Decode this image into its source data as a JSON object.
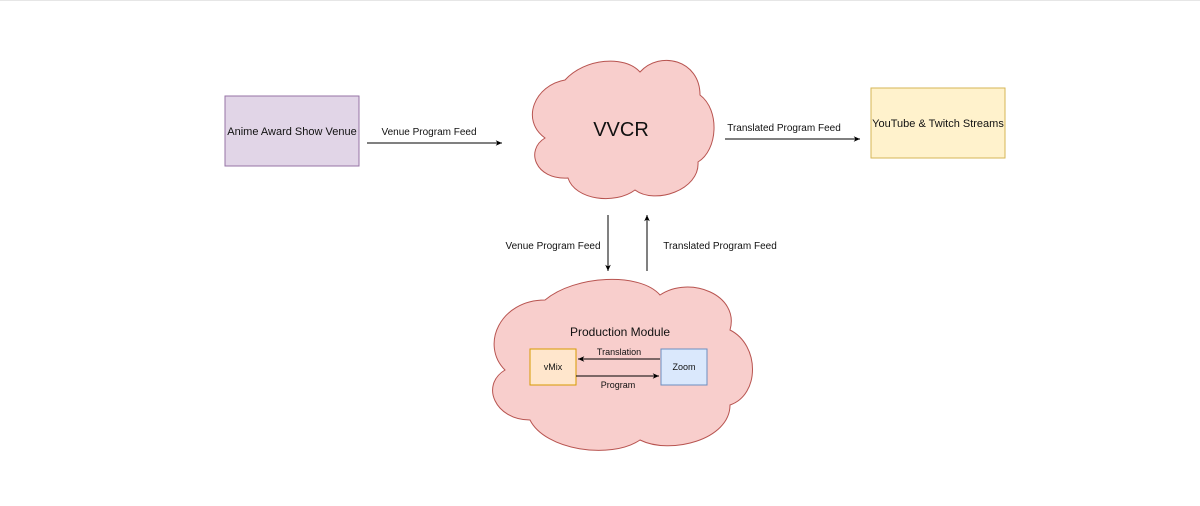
{
  "nodes": {
    "venue": {
      "label": "Anime Award Show Venue",
      "fill": "#e1d5e7",
      "stroke": "#9673a6"
    },
    "vvcr": {
      "label": "VVCR",
      "fill": "#f8cecc",
      "stroke": "#b85450"
    },
    "streams": {
      "label": "YouTube & Twitch Streams",
      "fill": "#fff2cc",
      "stroke": "#d6b656"
    },
    "production": {
      "label": "Production Module",
      "fill": "#f8cecc",
      "stroke": "#b85450"
    },
    "vmix": {
      "label": "vMix",
      "fill": "#ffe6cc",
      "stroke": "#d79b00"
    },
    "zoom": {
      "label": "Zoom",
      "fill": "#dae8fc",
      "stroke": "#6c8ebf"
    }
  },
  "edges": {
    "venue_to_vvcr": "Venue Program Feed",
    "vvcr_to_streams": "Translated Program Feed",
    "vvcr_to_production": "Venue Program Feed",
    "production_to_vvcr": "Translated Program Feed",
    "zoom_to_vmix": "Translation",
    "vmix_to_zoom": "Program"
  }
}
